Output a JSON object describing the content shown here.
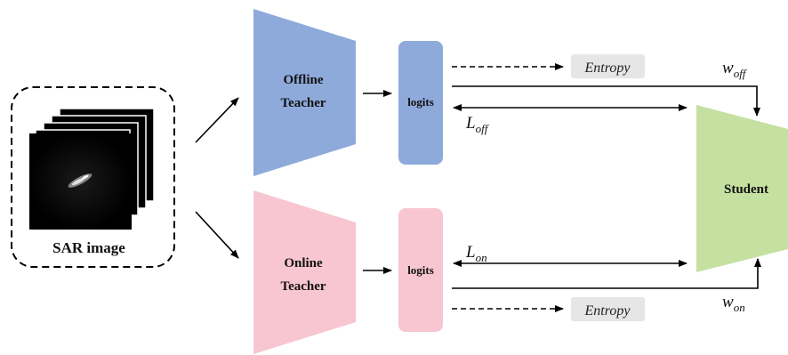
{
  "input": {
    "label": "SAR image"
  },
  "offline_teacher": {
    "label_line1": "Offline",
    "label_line2": "Teacher",
    "color": "#8eaadb"
  },
  "online_teacher": {
    "label_line1": "Online",
    "label_line2": "Teacher",
    "color": "#f7c6d1"
  },
  "offline_logits": {
    "label": "logits",
    "color": "#8eaadb"
  },
  "online_logits": {
    "label": "logits",
    "color": "#f7c6d1"
  },
  "offline_entropy": {
    "label": "Entropy",
    "box_color": "#e6e6e6"
  },
  "online_entropy": {
    "label": "Entropy",
    "box_color": "#e6e6e6"
  },
  "student": {
    "label": "Student",
    "color": "#c5e0a0"
  },
  "loss_offline": {
    "base": "L",
    "subscript": "off"
  },
  "loss_online": {
    "base": "L",
    "subscript": "on"
  },
  "weight_offline": {
    "base": "w",
    "subscript": "off"
  },
  "weight_online": {
    "base": "w",
    "subscript": "on"
  }
}
